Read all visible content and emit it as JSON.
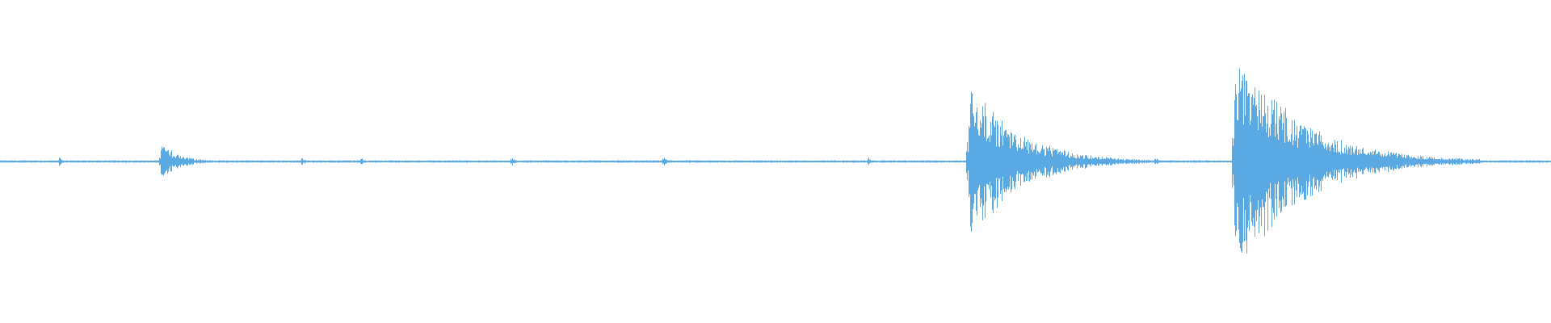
{
  "waveform": {
    "color": "#5aa9e2",
    "duration_fraction_peaks": [
      {
        "position": 0.1036,
        "amplitude": 0.16,
        "decay": 0.012
      },
      {
        "position": 0.624,
        "amplitude": 0.72,
        "decay": 0.03
      },
      {
        "position": 0.7955,
        "amplitude": 1.0,
        "decay": 0.04
      }
    ],
    "minor_blips": [
      0.038,
      0.195,
      0.233,
      0.33,
      0.428,
      0.56,
      0.745,
      0.82,
      0.9
    ]
  }
}
